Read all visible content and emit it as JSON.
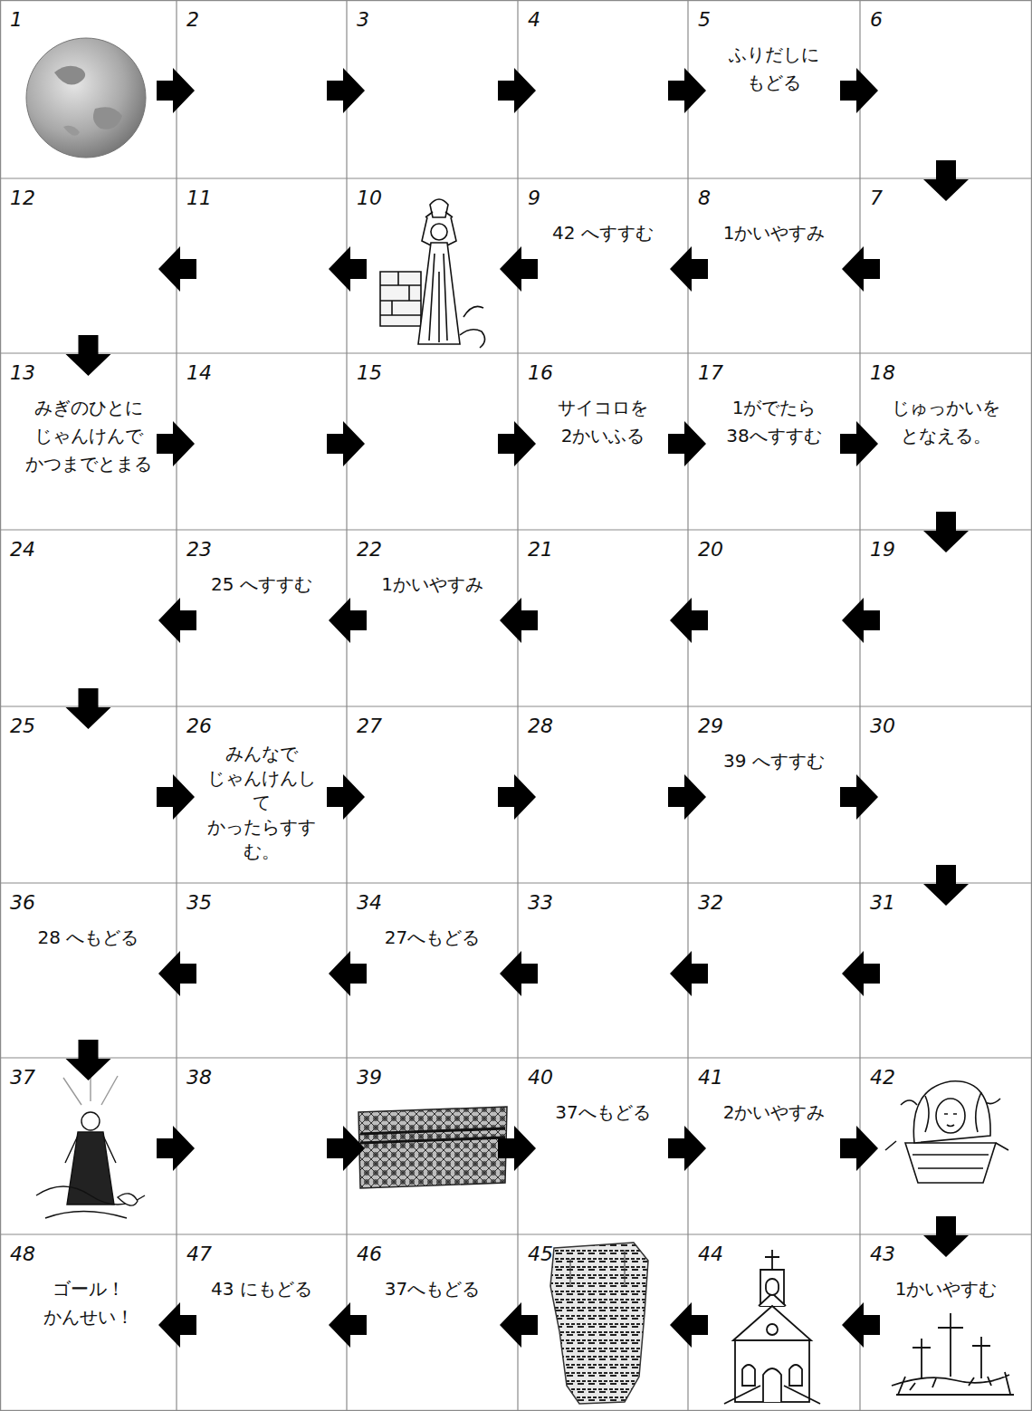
{
  "diagram": {
    "nodes": [
      {
        "text": [
          "1"
        ]
      },
      {
        "text": [
          "2"
        ]
      },
      {
        "text": [
          "3"
        ]
      },
      {
        "text": [
          "4"
        ]
      },
      {
        "text": [
          "5",
          "ふりだしに もどる"
        ]
      },
      {
        "text": [
          "6"
        ]
      },
      {
        "text": [
          "7"
        ]
      },
      {
        "text": [
          "8",
          "1かいやすみ"
        ]
      },
      {
        "text": [
          "9",
          "42 へすすむ"
        ]
      },
      {
        "text": [
          "10"
        ]
      },
      {
        "text": [
          "11"
        ]
      },
      {
        "text": [
          "12"
        ]
      },
      {
        "text": [
          "13",
          "みぎのひとに じゃんけんで かつまでとまる"
        ]
      },
      {
        "text": [
          "14"
        ]
      },
      {
        "text": [
          "15"
        ]
      },
      {
        "text": [
          "16",
          "サイコロを 2かいふる"
        ]
      },
      {
        "text": [
          "17",
          "1がでたら 38へすすむ"
        ]
      },
      {
        "text": [
          "18",
          "じゅっかいを となえる。"
        ]
      },
      {
        "text": [
          "19"
        ]
      },
      {
        "text": [
          "20"
        ]
      },
      {
        "text": [
          "21"
        ]
      },
      {
        "text": [
          "22",
          "1かいやすみ"
        ]
      },
      {
        "text": [
          "23",
          "25 へすすむ"
        ]
      },
      {
        "text": [
          "24"
        ]
      },
      {
        "text": [
          "25"
        ]
      },
      {
        "text": [
          "26",
          "みんなで じゃんけんして かったらすすむ。"
        ]
      },
      {
        "text": [
          "27"
        ]
      },
      {
        "text": [
          "28"
        ]
      },
      {
        "text": [
          "29",
          "39 へすすむ"
        ]
      },
      {
        "text": [
          "30"
        ]
      },
      {
        "text": [
          "31"
        ]
      },
      {
        "text": [
          "32"
        ]
      },
      {
        "text": [
          "33"
        ]
      },
      {
        "text": [
          "34",
          "27へもどる"
        ]
      },
      {
        "text": [
          "35"
        ]
      },
      {
        "text": [
          "36",
          "28 へもどる"
        ]
      },
      {
        "text": [
          "37"
        ]
      },
      {
        "text": [
          "38"
        ]
      },
      {
        "text": [
          "39"
        ]
      },
      {
        "text": [
          "40",
          "37へもどる"
        ]
      },
      {
        "text": [
          "41",
          "2かいやすみ"
        ]
      },
      {
        "text": [
          "42"
        ]
      },
      {
        "text": [
          "43",
          "1かいやすむ"
        ]
      },
      {
        "text": [
          "44"
        ]
      },
      {
        "text": [
          "45"
        ]
      },
      {
        "text": [
          "46",
          "37へもどる"
        ]
      },
      {
        "text": [
          "47",
          "43 にもどる"
        ]
      },
      {
        "text": [
          "48",
          "ゴール！ かんせい！"
        ]
      }
    ],
    "edges": [
      {
        "from": 0,
        "to": 1,
        "arrow": "to"
      },
      {
        "from": 1,
        "to": 2,
        "arrow": "to"
      },
      {
        "from": 2,
        "to": 3,
        "arrow": "to"
      },
      {
        "from": 3,
        "to": 4,
        "arrow": "to"
      },
      {
        "from": 4,
        "to": 5,
        "arrow": "to"
      },
      {
        "from": 5,
        "to": 6,
        "arrow": "to"
      },
      {
        "from": 6,
        "to": 7,
        "arrow": "to"
      },
      {
        "from": 7,
        "to": 8,
        "arrow": "to"
      },
      {
        "from": 8,
        "to": 9,
        "arrow": "to"
      },
      {
        "from": 9,
        "to": 10,
        "arrow": "to"
      },
      {
        "from": 10,
        "to": 11,
        "arrow": "to"
      },
      {
        "from": 11,
        "to": 12,
        "arrow": "to"
      },
      {
        "from": 12,
        "to": 13,
        "arrow": "to"
      },
      {
        "from": 13,
        "to": 14,
        "arrow": "to"
      },
      {
        "from": 14,
        "to": 15,
        "arrow": "to"
      },
      {
        "from": 15,
        "to": 16,
        "arrow": "to"
      },
      {
        "from": 16,
        "to": 17,
        "arrow": "to"
      },
      {
        "from": 17,
        "to": 18,
        "arrow": "to"
      },
      {
        "from": 18,
        "to": 19,
        "arrow": "to"
      },
      {
        "from": 19,
        "to": 20,
        "arrow": "to"
      },
      {
        "from": 20,
        "to": 21,
        "arrow": "to"
      },
      {
        "from": 21,
        "to": 22,
        "arrow": "to"
      },
      {
        "from": 22,
        "to": 23,
        "arrow": "to"
      },
      {
        "from": 23,
        "to": 24,
        "arrow": "to"
      },
      {
        "from": 24,
        "to": 25,
        "arrow": "to"
      },
      {
        "from": 25,
        "to": 26,
        "arrow": "to"
      },
      {
        "from": 26,
        "to": 27,
        "arrow": "to"
      },
      {
        "from": 27,
        "to": 28,
        "arrow": "to"
      },
      {
        "from": 28,
        "to": 29,
        "arrow": "to"
      },
      {
        "from": 29,
        "to": 30,
        "arrow": "to"
      },
      {
        "from": 30,
        "to": 31,
        "arrow": "to"
      },
      {
        "from": 31,
        "to": 32,
        "arrow": "to"
      },
      {
        "from": 32,
        "to": 33,
        "arrow": "to"
      },
      {
        "from": 33,
        "to": 34,
        "arrow": "to"
      },
      {
        "from": 34,
        "to": 35,
        "arrow": "to"
      },
      {
        "from": 35,
        "to": 36,
        "arrow": "to"
      },
      {
        "from": 36,
        "to": 37,
        "arrow": "to"
      },
      {
        "from": 37,
        "to": 38,
        "arrow": "to"
      },
      {
        "from": 38,
        "to": 39,
        "arrow": "to"
      },
      {
        "from": 39,
        "to": 40,
        "arrow": "to"
      },
      {
        "from": 40,
        "to": 41,
        "arrow": "to"
      },
      {
        "from": 41,
        "to": 42,
        "arrow": "to"
      },
      {
        "from": 42,
        "to": 43,
        "arrow": "to"
      },
      {
        "from": 43,
        "to": 44,
        "arrow": "to"
      },
      {
        "from": 44,
        "to": 45,
        "arrow": "to"
      },
      {
        "from": 45,
        "to": 46,
        "arrow": "to"
      },
      {
        "from": 46,
        "to": 47,
        "arrow": "to"
      }
    ]
  }
}
